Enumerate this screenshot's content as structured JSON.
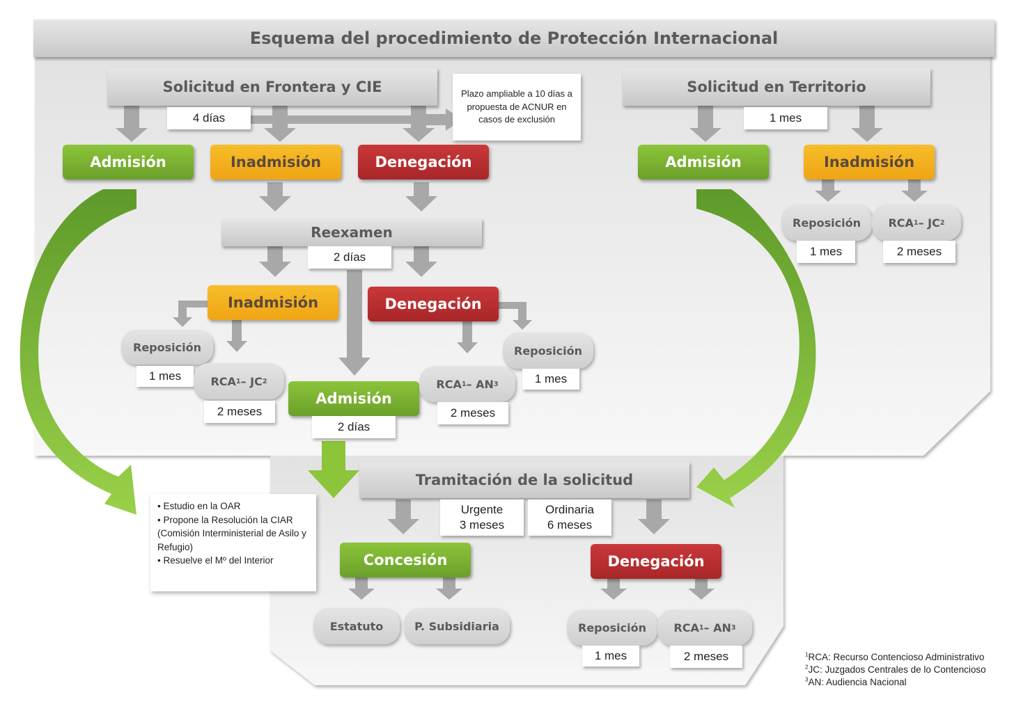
{
  "title": "Esquema del procedimiento de Protección Internacional",
  "frontera": {
    "header": "Solicitud en Frontera y CIE",
    "plazo": "4 días",
    "nota": "Plazo ampliable a 10 días a propuesta de ACNUR en casos de exclusión",
    "admision": "Admisión",
    "inadmision": "Inadmisión",
    "denegacion": "Denegación"
  },
  "reexamen": {
    "header": "Reexamen",
    "plazo": "2 días",
    "inadmision": "Inadmisión",
    "denegacion": "Denegación",
    "admision": "Admisión",
    "admision_plazo": "2 días",
    "inad_reposicion": "Reposición",
    "inad_reposicion_plazo": "1 mes",
    "inad_rca": "RCA",
    "inad_rca_sup1": "1",
    "inad_rca_mid": " – JC",
    "inad_rca_sup2": "2",
    "inad_rca_plazo": "2 meses",
    "den_reposicion": "Reposición",
    "den_reposicion_plazo": "1 mes",
    "den_rca": "RCA",
    "den_rca_sup1": "1",
    "den_rca_mid": " – AN",
    "den_rca_sup2": "3",
    "den_rca_plazo": "2 meses"
  },
  "territorio": {
    "header": "Solicitud en Territorio",
    "plazo": "1 mes",
    "admision": "Admisión",
    "inadmision": "Inadmisión",
    "reposicion": "Reposición",
    "reposicion_plazo": "1 mes",
    "rca": "RCA",
    "rca_sup1": "1",
    "rca_mid": " – JC",
    "rca_sup2": "2",
    "rca_plazo": "2 meses"
  },
  "tramitacion": {
    "header": "Tramitación de la solicitud",
    "urgente": "Urgente",
    "urgente_plazo": "3 meses",
    "ordinaria": "Ordinaria",
    "ordinaria_plazo": "6 meses",
    "concesion": "Concesión",
    "denegacion": "Denegación",
    "estatuto": "Estatuto",
    "subsidiaria": "P. Subsidiaria",
    "reposicion": "Reposición",
    "reposicion_plazo": "1 mes",
    "rca": "RCA",
    "rca_sup1": "1",
    "rca_mid": " – AN",
    "rca_sup2": "3",
    "rca_plazo": "2 meses",
    "bullets": [
      "Estudio en la OAR",
      "Propone la Resolución la CIAR (Comisión Interministerial de Asilo y Refugio)",
      "Resuelve el Mº del Interior"
    ]
  },
  "legend": [
    {
      "num": "1",
      "text": "RCA: Recurso Contencioso Administrativo"
    },
    {
      "num": "2",
      "text": "JC: Juzgados Centrales de lo Contencioso"
    },
    {
      "num": "3",
      "text": "AN: Audiencia Nacional"
    }
  ],
  "colors": {
    "green": "#7cb733",
    "orange": "#f4b321",
    "red": "#b83033",
    "grey": "#c8c8c8",
    "panel": "#efefef"
  }
}
